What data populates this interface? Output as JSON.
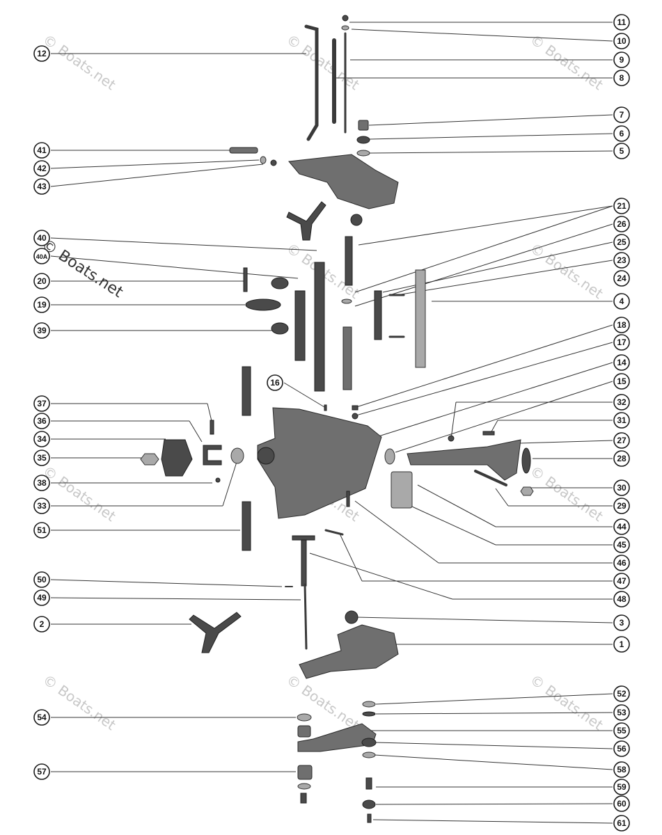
{
  "watermark": {
    "main": "© Boats.net",
    "tile": "© Boats.net"
  },
  "callouts_left": [
    "12",
    "41",
    "42",
    "43",
    "40",
    "40A",
    "20",
    "19",
    "39",
    "16",
    "37",
    "36",
    "34",
    "35",
    "38",
    "33",
    "51",
    "50",
    "49",
    "2",
    "54",
    "57"
  ],
  "callouts_right": [
    "11",
    "10",
    "9",
    "8",
    "7",
    "6",
    "5",
    "21",
    "26",
    "25",
    "23",
    "24",
    "4",
    "18",
    "17",
    "14",
    "15",
    "32",
    "31",
    "27",
    "28",
    "30",
    "29",
    "44",
    "45",
    "46",
    "47",
    "48",
    "3",
    "1",
    "52",
    "53",
    "55",
    "56",
    "58",
    "59",
    "60",
    "61"
  ],
  "colors": {
    "ink": "#1a1a1a",
    "part": "#6f6f6f",
    "background": "#ffffff"
  }
}
